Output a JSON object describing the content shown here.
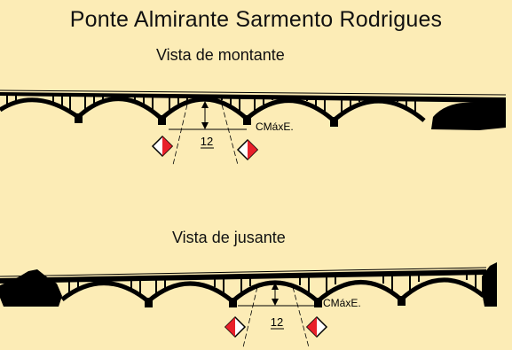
{
  "title": "Ponte Almirante Sarmento Rodrigues",
  "views": [
    {
      "label": "Vista de montante",
      "clearance_label": "CMáxE.",
      "height_value": "12"
    },
    {
      "label": "Vista de jusante",
      "clearance_label": "CMáxE.",
      "height_value": "12"
    }
  ],
  "colors": {
    "background": "#fcecb6",
    "bridge": "#000000",
    "marker_red": "#e8202a",
    "marker_white": "#ffffff"
  }
}
